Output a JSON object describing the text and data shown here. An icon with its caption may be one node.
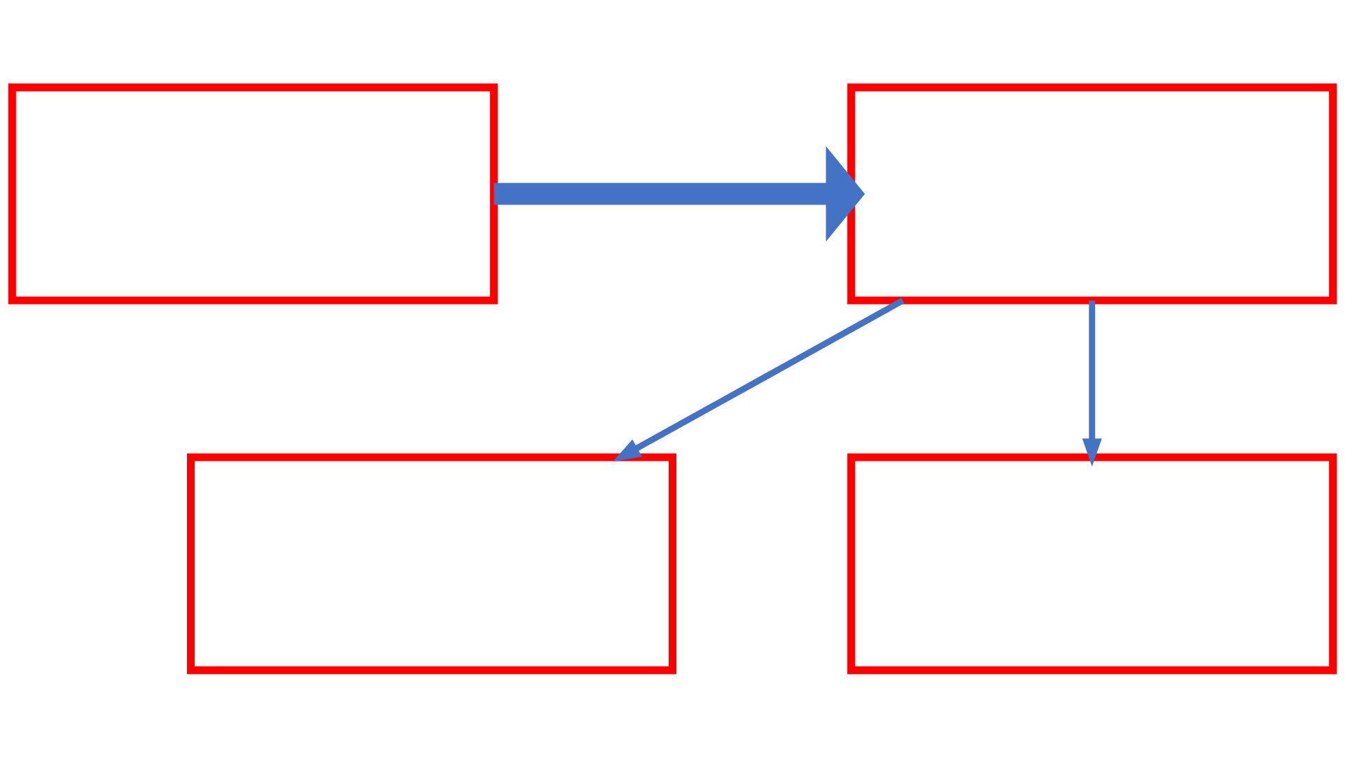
{
  "diagram": {
    "nodes": [
      {
        "text": [],
        "shape": "box"
      },
      {
        "text": [],
        "shape": "box"
      },
      {
        "text": [],
        "shape": "box"
      },
      {
        "text": [],
        "shape": "box"
      }
    ],
    "edges": [
      {
        "from": 0,
        "to": 1,
        "arrow": "to",
        "style": "thick"
      },
      {
        "from": 1,
        "to": 2,
        "arrow": "to"
      },
      {
        "from": 1,
        "to": 3,
        "arrow": "to"
      }
    ]
  }
}
